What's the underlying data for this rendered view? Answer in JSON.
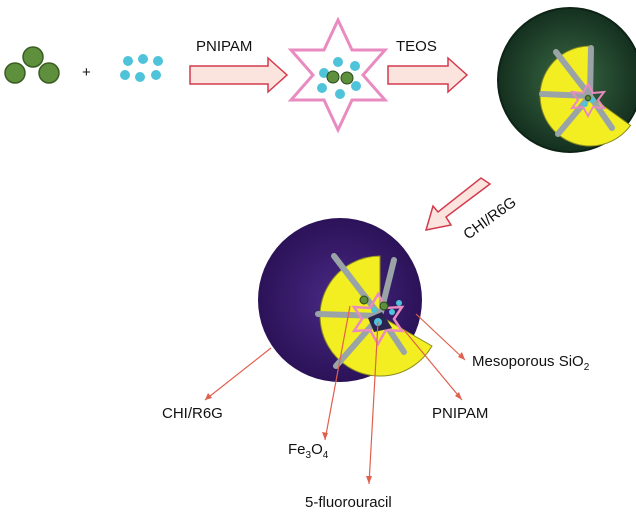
{
  "labels": {
    "plus": "+",
    "step1": "PNIPAM",
    "step2": "TEOS",
    "step3": "CHI/R6G",
    "callout_silica_main": "Mesoporous SiO",
    "callout_silica_sub": "2",
    "callout_chi": "CHI/R6G",
    "callout_fe_a": "Fe",
    "callout_fe_3": "3",
    "callout_fe_o": "O",
    "callout_fe_4": "4",
    "callout_pnipam": "PNIPAM",
    "callout_fu": "5-fluorouracil"
  },
  "colors": {
    "fe3o4": "#5e8f3c",
    "drug": "#4fc3d9",
    "pnipam_star": "#e98bc0",
    "arrow_fill": "#fbe4de",
    "arrow_stroke": "#d43a4d",
    "silica_core": "#f2ee22",
    "silica_shell": "#1e3c2a",
    "chi_shell": "#3a1d6e",
    "pores": "#9aa3a5",
    "callout_line": "#e0604e"
  }
}
